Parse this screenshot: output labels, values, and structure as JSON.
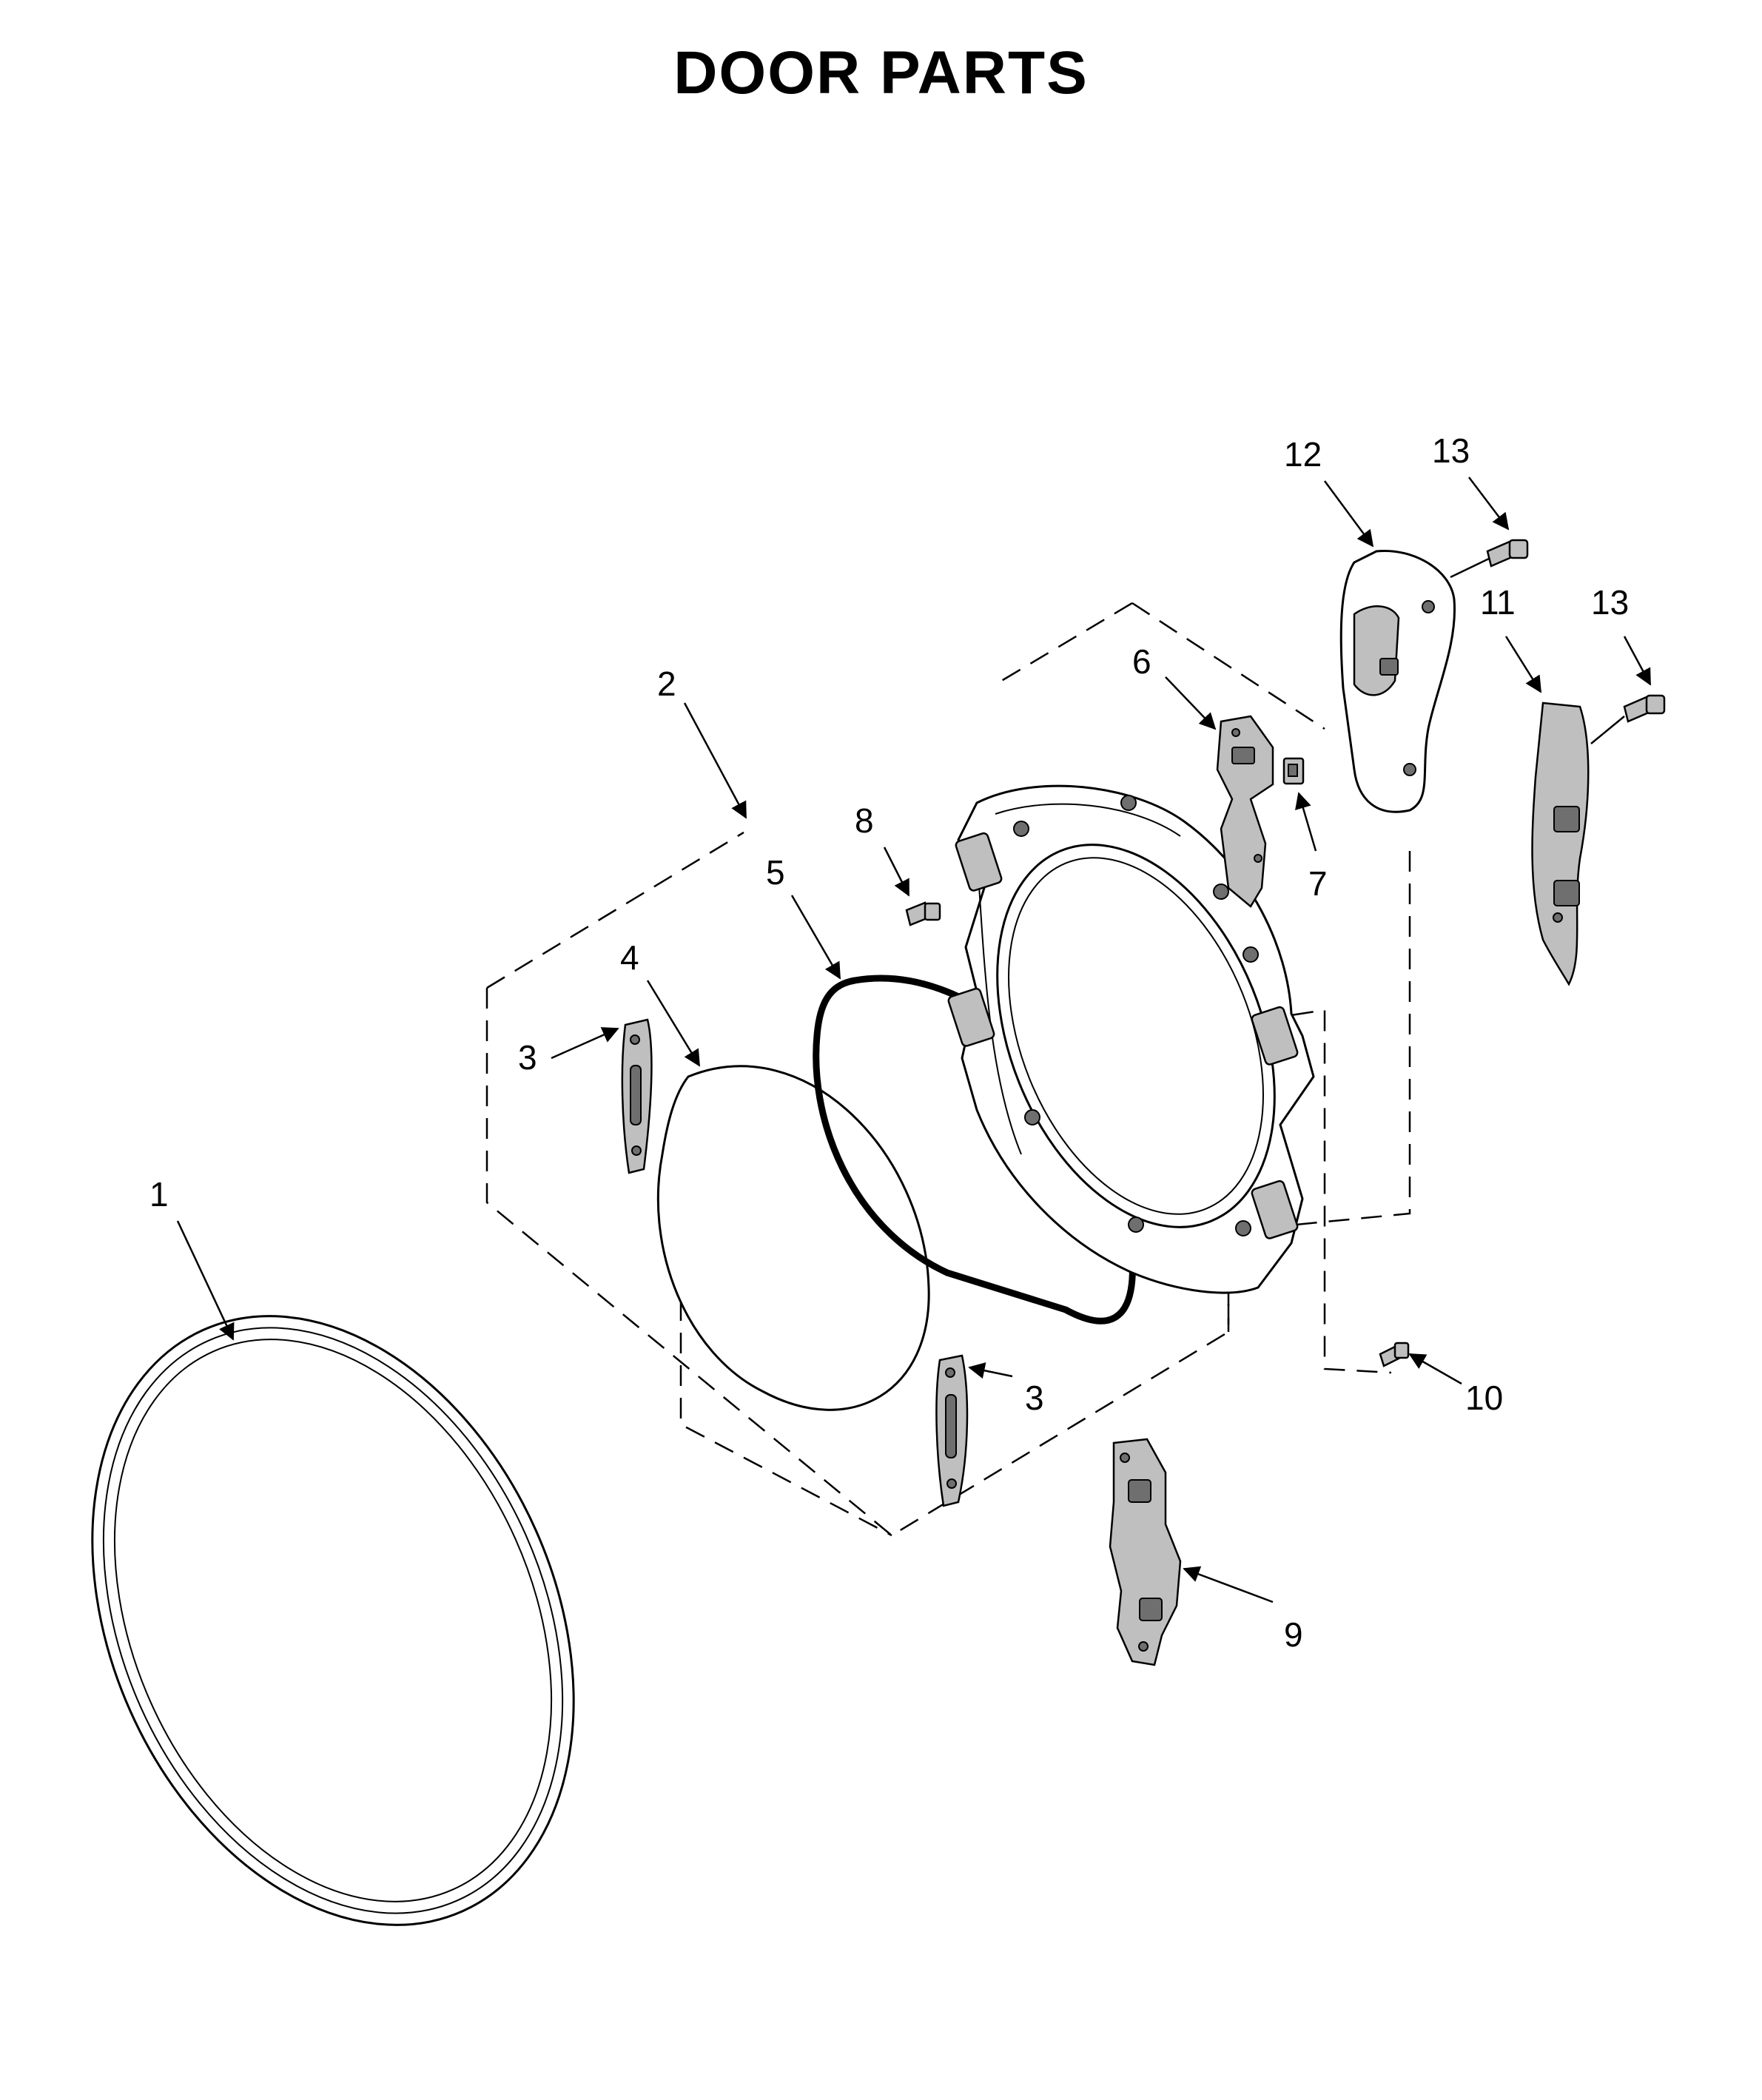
{
  "title": "DOOR PARTS",
  "callouts": [
    {
      "label": "1"
    },
    {
      "label": "2"
    },
    {
      "label": "3"
    },
    {
      "label": "3"
    },
    {
      "label": "4"
    },
    {
      "label": "5"
    },
    {
      "label": "6"
    },
    {
      "label": "7"
    },
    {
      "label": "8"
    },
    {
      "label": "9"
    },
    {
      "label": "10"
    },
    {
      "label": "11"
    },
    {
      "label": "12"
    },
    {
      "label": "13"
    },
    {
      "label": "13"
    }
  ]
}
